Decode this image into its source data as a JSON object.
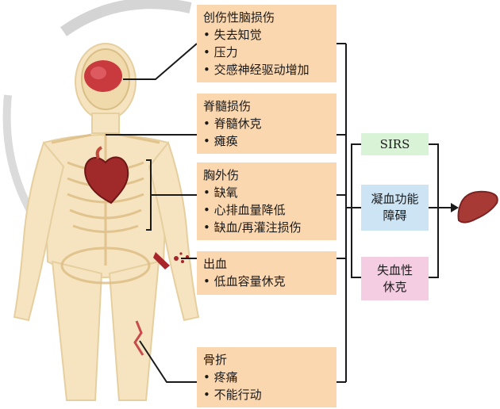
{
  "injuries": [
    {
      "title": "创伤性脑损伤",
      "items": [
        "失去知觉",
        "压力",
        "交感神经驱动增加"
      ]
    },
    {
      "title": "脊髓损伤",
      "items": [
        "脊髓休克",
        "瘫痪"
      ]
    },
    {
      "title": "胸外伤",
      "items": [
        "缺氧",
        "心排血量降低",
        "缺血/再灌注损伤"
      ]
    },
    {
      "title": "出血",
      "items": [
        "低血容量休克"
      ]
    },
    {
      "title": "骨折",
      "items": [
        "疼痛",
        "不能行动"
      ]
    }
  ],
  "outcomes": [
    {
      "label": "SIRS",
      "color": "#d9f3d6"
    },
    {
      "label": "凝血功能\n障碍",
      "color": "#cde4f5"
    },
    {
      "label": "失血性\n休克",
      "color": "#f5cde2"
    }
  ],
  "colors": {
    "box": "#fbd7b0",
    "bone": "#f3dfb3",
    "liver": "#a83a36"
  },
  "icons": [
    "brain-icon",
    "spine-icon",
    "heart-icon",
    "blood-splash-icon",
    "fracture-icon",
    "liver-icon"
  ]
}
